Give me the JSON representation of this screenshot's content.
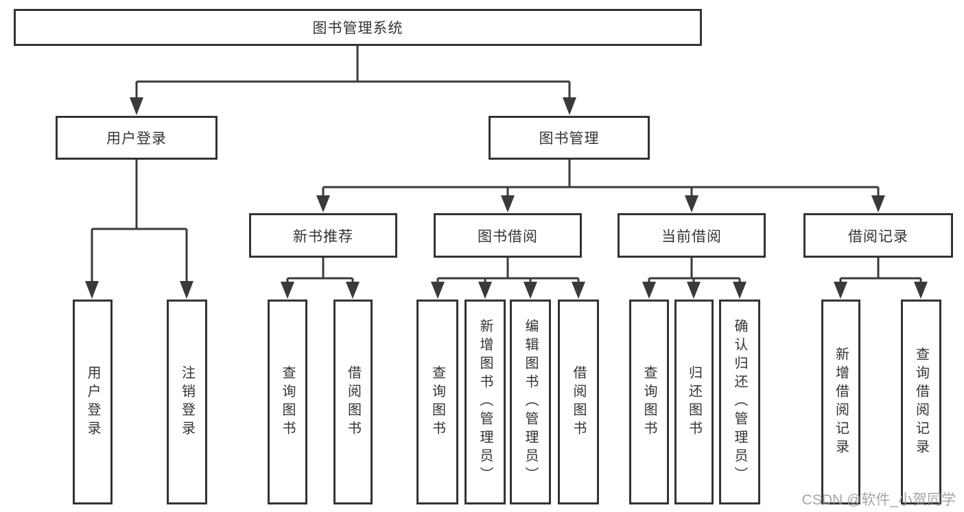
{
  "tree": {
    "root": {
      "label": "图书管理系统"
    },
    "branches": [
      {
        "label": "用户登录",
        "children": [
          "用户登录",
          "注销登录"
        ]
      },
      {
        "label": "图书管理",
        "groups": [
          {
            "label": "新书推荐",
            "children": [
              "查询图书",
              "借阅图书"
            ]
          },
          {
            "label": "图书借阅",
            "children": [
              "查询图书",
              "新增图书（管理员）",
              "编辑图书（管理员）",
              "借阅图书"
            ]
          },
          {
            "label": "当前借阅",
            "children": [
              "查询图书",
              "归还图书",
              "确认归还（管理员）"
            ]
          },
          {
            "label": "借阅记录",
            "children": [
              "新增借阅记录",
              "查询借阅记录"
            ]
          }
        ]
      }
    ]
  },
  "watermark": "CSDN @软件_小贺同学",
  "colors": {
    "line": "#3a3a3a",
    "box_border": "#333333",
    "text": "#333333",
    "watermark": "#949494",
    "background": "#ffffff"
  }
}
